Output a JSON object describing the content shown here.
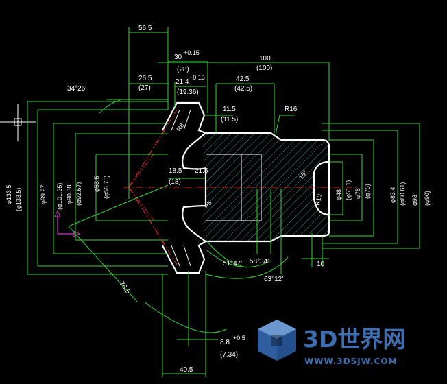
{
  "dimensions": {
    "top_56_5": "56.5",
    "w30": "30",
    "w30_tol": "+0.15",
    "w30_ref": "(28)",
    "d100": "100",
    "d100_ref": "(100)",
    "d26_5": "26.5",
    "d26_5_ref": "(27)",
    "d21_4": "21.4",
    "d21_4_tol": "+0.15",
    "d21_4_ref": "(19.36)",
    "d42_5": "42.5",
    "d42_5_ref": "(42.5)",
    "angle_34_26": "34°26′",
    "d11_5": "11.5",
    "d11_5_ref": "(11.5)",
    "r16": "R16",
    "r8": "R8",
    "d18_5": "18.5",
    "d18_5_ref": "(18)",
    "d21_5": "21.5",
    "a15": "15°",
    "r10": "R10",
    "r5": "R5",
    "a51_47": "51°47′",
    "a58_34": "58°34′",
    "a63_12": "63°12′",
    "d76_5": "76.5",
    "d10": "10",
    "d8_8": "8.8",
    "d8_8_tol": "+0.5",
    "d8_8_ref": "(7.34)",
    "d40_5": "40.5",
    "phi133_5": "φ133.5",
    "phi133_5_ref": "(φ133.5)",
    "phi99_27": "φ99.27",
    "phi99_27_ref": "(φ101.25)",
    "phi90_38": "φ90.38",
    "phi90_38_ref": "(φ92.67)",
    "phi53_5": "φ53.5",
    "phi53_5_ref": "(φ56.75)",
    "phi48": "φ48",
    "phi48_ref": "(φ51.1)",
    "phi78": "φ78",
    "phi78_ref": "(φ75)",
    "phi83_4": "φ83.4",
    "phi83_4_ref": "(φ80.61)",
    "phi93": "φ93",
    "phi93_ref": "(φ90)"
  },
  "watermark": {
    "brand": "3D世界网",
    "url": "WWW.3DSJW.COM"
  },
  "colors": {
    "background": "#000000",
    "dimension_lines": "#37d437",
    "part_outline": "#ffffff",
    "centerlines": "#e02828",
    "hatching": "#52c7c7",
    "ucs_icon": "#c040c0",
    "watermark": "#3f6fb0"
  }
}
